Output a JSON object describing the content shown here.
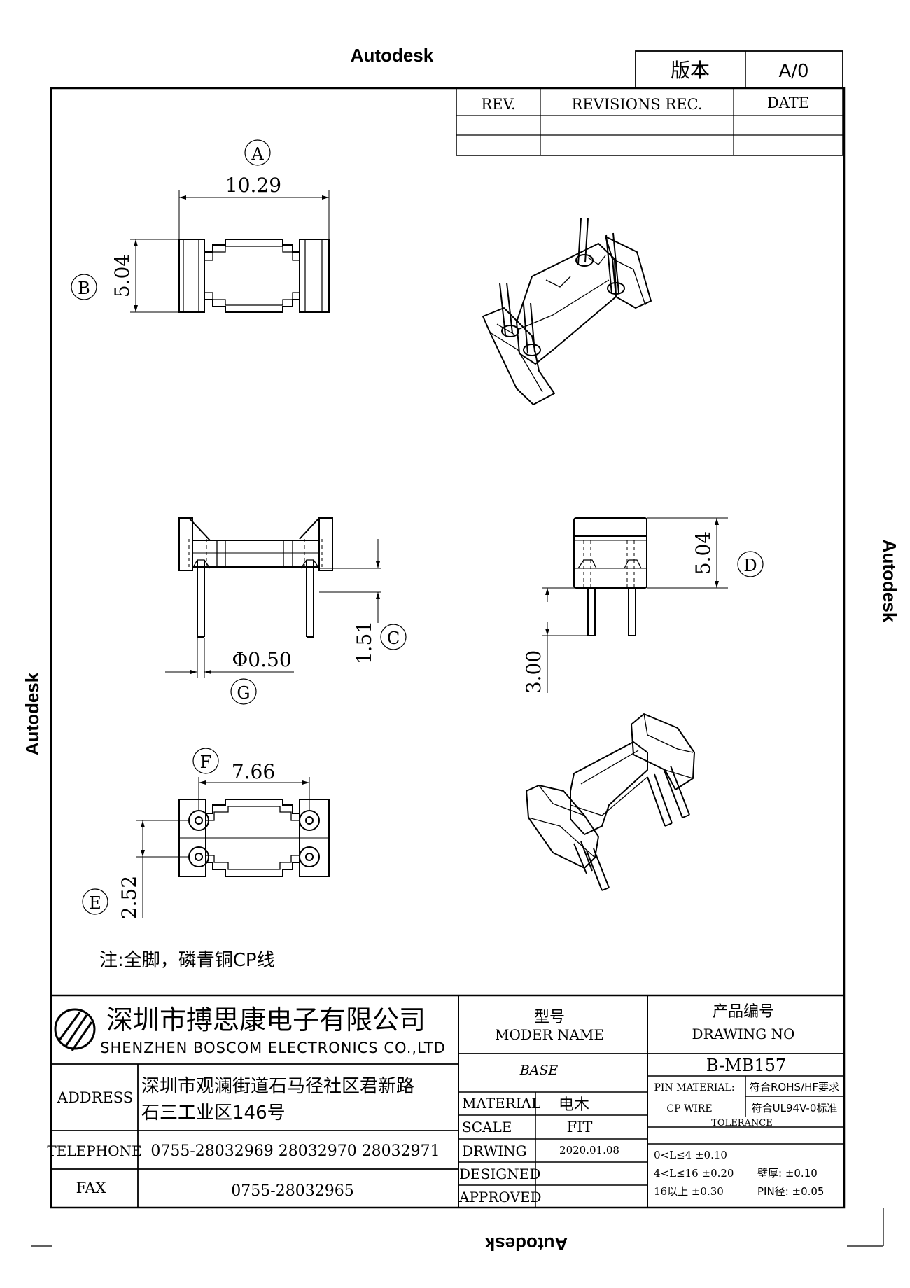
{
  "watermark": "Autodesk",
  "version_box": {
    "label": "版本",
    "value": "A/0"
  },
  "revision_table": {
    "headers": [
      "REV.",
      "REVISIONS REC.",
      "DATE"
    ]
  },
  "dimensions": {
    "A": {
      "letter": "A",
      "value": "10.29"
    },
    "B": {
      "letter": "B",
      "value": "5.04"
    },
    "C": {
      "letter": "C",
      "value": "1.51"
    },
    "D": {
      "letter": "D",
      "value": "5.04"
    },
    "E": {
      "letter": "E",
      "value": "2.52"
    },
    "F": {
      "letter": "F",
      "value": "7.66"
    },
    "G": {
      "letter": "G",
      "value": "Φ0.50"
    },
    "pin_length": "3.00"
  },
  "note": "注:全脚，磷青铜CP线",
  "company": {
    "name_cn": "深圳市搏思康电子有限公司",
    "name_en": "SHENZHEN BOSCOM ELECTRONICS CO.,LTD"
  },
  "address": {
    "label": "ADDRESS",
    "line1": "深圳市观澜街道石马径社区君新路",
    "line2": "石三工业区146号"
  },
  "telephone": {
    "label": "TELEPHONE",
    "value": "0755-28032969 28032970 28032971"
  },
  "fax": {
    "label": "FAX",
    "value": "0755-28032965"
  },
  "model": {
    "label_cn": "型号",
    "label_en": "MODER NAME",
    "value": "BASE"
  },
  "drawing_no": {
    "label_cn": "产品编号",
    "label_en": "DRAWING NO",
    "value": "B-MB157"
  },
  "material": {
    "label": "MATERIAL",
    "value": "电木"
  },
  "scale": {
    "label": "SCALE",
    "value": "FIT"
  },
  "drawing": {
    "label": "DRWING",
    "value": "2020.01.08"
  },
  "designed": {
    "label": "DESIGNED"
  },
  "approved": {
    "label": "APPROVED"
  },
  "pin_material": {
    "label1": "PIN MATERIAL:",
    "label2": "CP WIRE",
    "req1": "符合ROHS/HF要求",
    "req2": "符合UL94V-0标准"
  },
  "tolerance": {
    "title": "TOLERANCE",
    "r1": "0<L≤4  ±0.10",
    "r2": "4<L≤16  ±0.20",
    "r3": "16以上     ±0.30",
    "wall": "壁厚:   ±0.10",
    "pin": "PIN径:  ±0.05"
  }
}
